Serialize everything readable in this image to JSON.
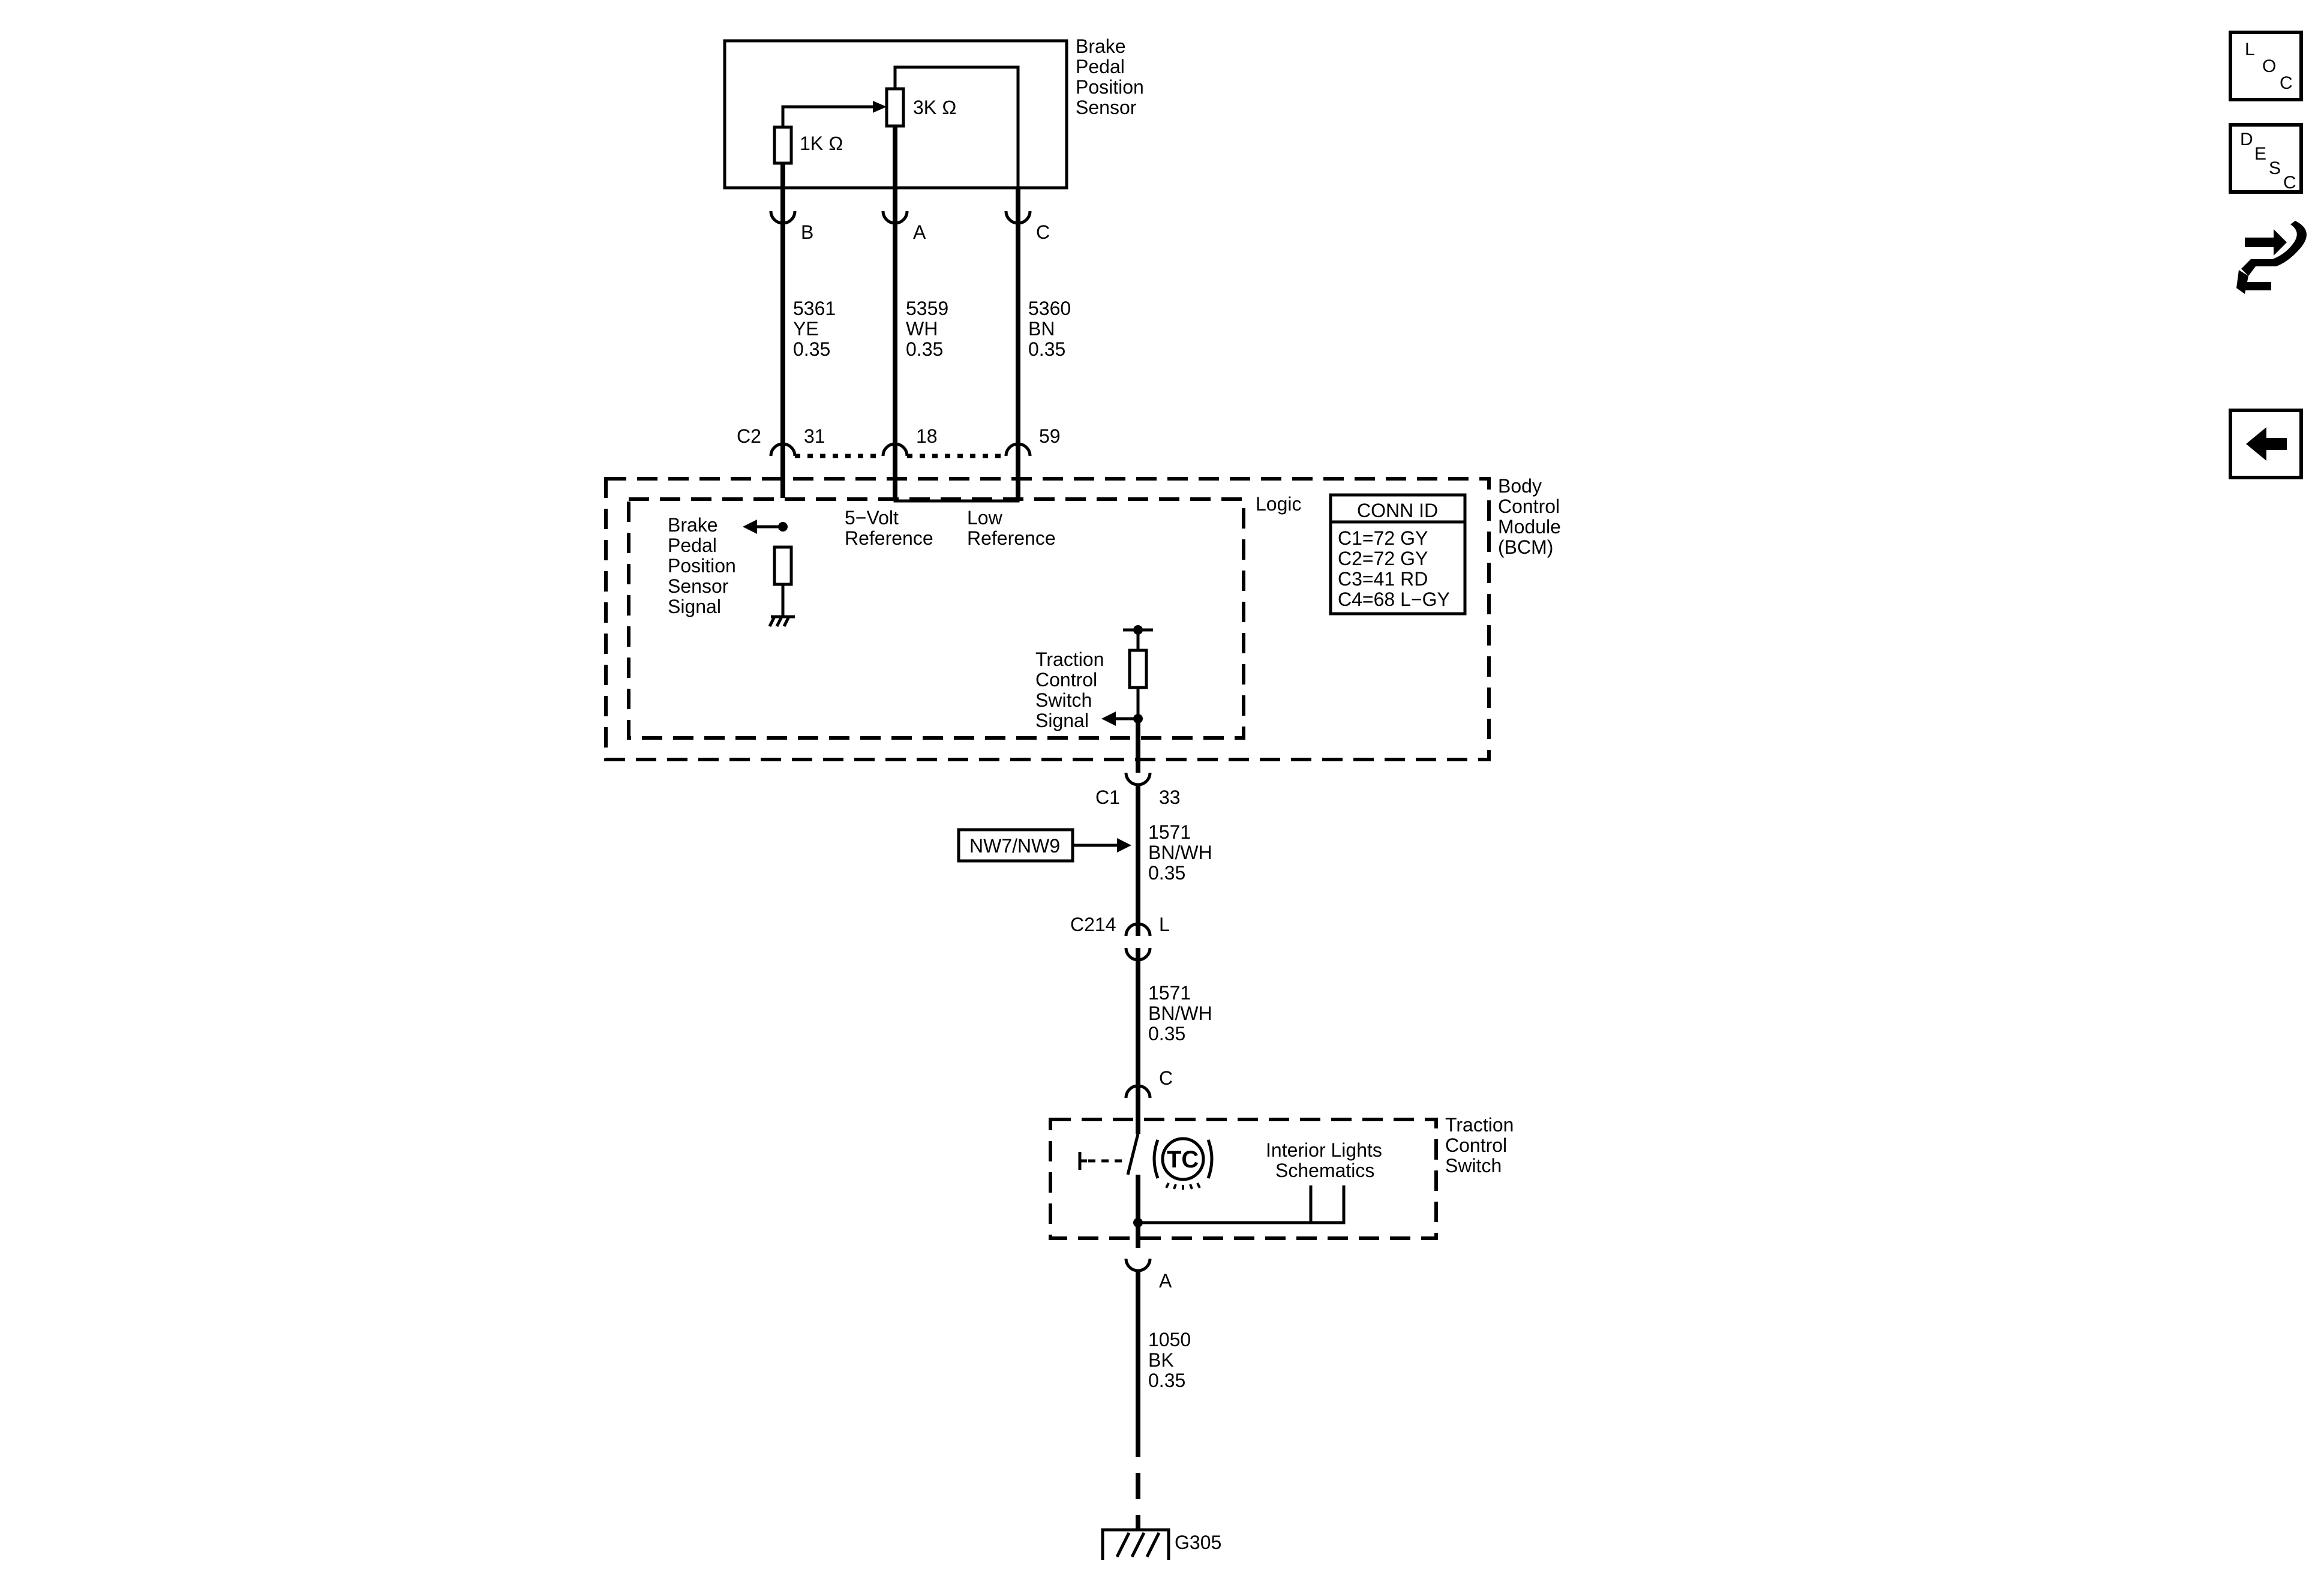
{
  "brake_sensor": {
    "title_lines": [
      "Brake",
      "Pedal",
      "Position",
      "Sensor"
    ],
    "resistor_1k": "1K Ω",
    "resistor_3k": "3K Ω",
    "pins": [
      "B",
      "A",
      "C"
    ]
  },
  "wires_top": [
    {
      "circuit": "5361",
      "color": "YE",
      "gauge": "0.35"
    },
    {
      "circuit": "5359",
      "color": "WH",
      "gauge": "0.35"
    },
    {
      "circuit": "5360",
      "color": "BN",
      "gauge": "0.35"
    }
  ],
  "bcm": {
    "connector_c2": "C2",
    "pins": [
      "31",
      "18",
      "59"
    ],
    "title_lines": [
      "Body",
      "Control",
      "Module",
      "(BCM)"
    ],
    "logic_label": "Logic",
    "bpps_signal_lines": [
      "Brake",
      "Pedal",
      "Position",
      "Sensor",
      "Signal"
    ],
    "five_volt_ref_lines": [
      "5−Volt",
      "Reference"
    ],
    "low_ref_lines": [
      "Low",
      "Reference"
    ],
    "tcs_signal_lines": [
      "Traction",
      "Control",
      "Switch",
      "Signal"
    ],
    "conn_id": {
      "header": "CONN ID",
      "rows": [
        "C1=72 GY",
        "C2=72 GY",
        "C3=41 RD",
        "C4=68 L−GY"
      ]
    },
    "connector_c1": "C1",
    "pin_c1": "33"
  },
  "wire_1571_upper": {
    "circuit": "1571",
    "color": "BN/WH",
    "gauge": "0.35"
  },
  "option_box": "NW7/NW9",
  "inline_connector": {
    "name": "C214",
    "pin": "L"
  },
  "wire_1571_lower": {
    "circuit": "1571",
    "color": "BN/WH",
    "gauge": "0.35"
  },
  "traction_switch": {
    "pin_top": "C",
    "title_lines": [
      "Traction",
      "Control",
      "Switch"
    ],
    "symbol_text": "TC",
    "interior_lights_lines": [
      "Interior Lights",
      "Schematics"
    ],
    "pin_bottom": "A"
  },
  "wire_1050": {
    "circuit": "1050",
    "color": "BK",
    "gauge": "0.35"
  },
  "ground": "G305",
  "side_nav": {
    "loc": [
      "L",
      "O",
      "C"
    ],
    "desc": [
      "D",
      "E",
      "S",
      "C"
    ],
    "icons": [
      "location-icon",
      "description-icon",
      "connector-view-icon",
      "back-arrow-icon"
    ]
  }
}
